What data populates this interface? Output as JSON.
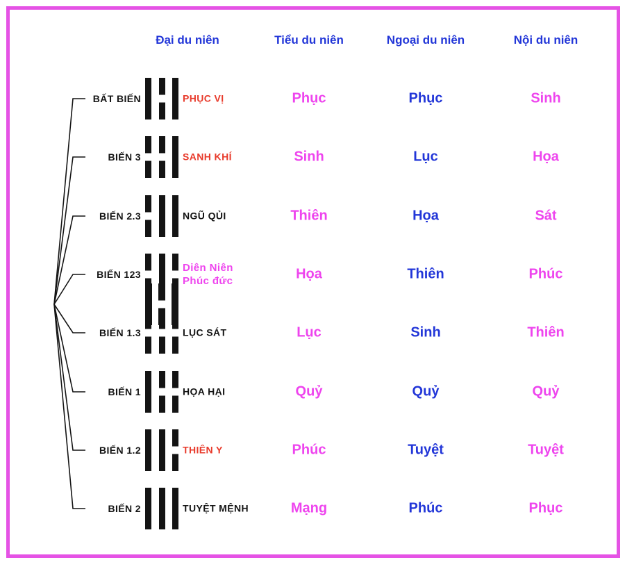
{
  "colors": {
    "border": "#e552e5",
    "blue": "#2236d8",
    "magenta": "#ee44ee",
    "red": "#e83a2b",
    "black": "#141414"
  },
  "columns": {
    "dai": "Đại du niên",
    "tieu": "Tiểu du niên",
    "ngoai": "Ngoại du niên",
    "noi": "Nội du niên"
  },
  "root": {
    "trigram": [
      "solid",
      "broken",
      "solid"
    ]
  },
  "rows": [
    {
      "branch": "BẤT BIẾN",
      "trigram": [
        "solid",
        "broken",
        "solid"
      ],
      "name": "PHỤC VỊ",
      "name_color": "#e83a2b",
      "tieu": "Phục",
      "ngoai": "Phục",
      "noi": "Sinh"
    },
    {
      "branch": "BIẾN 3",
      "trigram": [
        "broken",
        "broken",
        "solid"
      ],
      "name": "SANH KHÍ",
      "name_color": "#e83a2b",
      "tieu": "Sinh",
      "ngoai": "Lục",
      "noi": "Họa"
    },
    {
      "branch": "BIẾN 2.3",
      "trigram": [
        "broken",
        "solid",
        "solid"
      ],
      "name": "NGŨ QỦI",
      "name_color": "#141414",
      "tieu": "Thiên",
      "ngoai": "Họa",
      "noi": "Sát"
    },
    {
      "branch": "BIẾN 123",
      "trigram": [
        "broken",
        "solid",
        "broken"
      ],
      "name": "Diên Niên\nPhúc đức",
      "name_color": "#ee44ee",
      "tieu": "Họa",
      "ngoai": "Thiên",
      "noi": "Phúc"
    },
    {
      "branch": "BIẾN 1.3",
      "trigram": [
        "broken",
        "broken",
        "broken"
      ],
      "name": "LỤC SÁT",
      "name_color": "#141414",
      "tieu": "Lục",
      "ngoai": "Sinh",
      "noi": "Thiên"
    },
    {
      "branch": "BIẾN 1",
      "trigram": [
        "solid",
        "broken",
        "broken"
      ],
      "name": "HỌA HẠI",
      "name_color": "#141414",
      "tieu": "Quỷ",
      "ngoai": "Quỷ",
      "noi": "Quỷ"
    },
    {
      "branch": "BIẾN 1.2",
      "trigram": [
        "solid",
        "solid",
        "broken"
      ],
      "name": "THIÊN Y",
      "name_color": "#e83a2b",
      "tieu": "Phúc",
      "ngoai": "Tuyệt",
      "noi": "Tuyệt"
    },
    {
      "branch": "BIẾN 2",
      "trigram": [
        "solid",
        "solid",
        "solid"
      ],
      "name": "TUYỆT MỆNH",
      "name_color": "#141414",
      "tieu": "Mạng",
      "ngoai": "Phúc",
      "noi": "Phục"
    }
  ]
}
